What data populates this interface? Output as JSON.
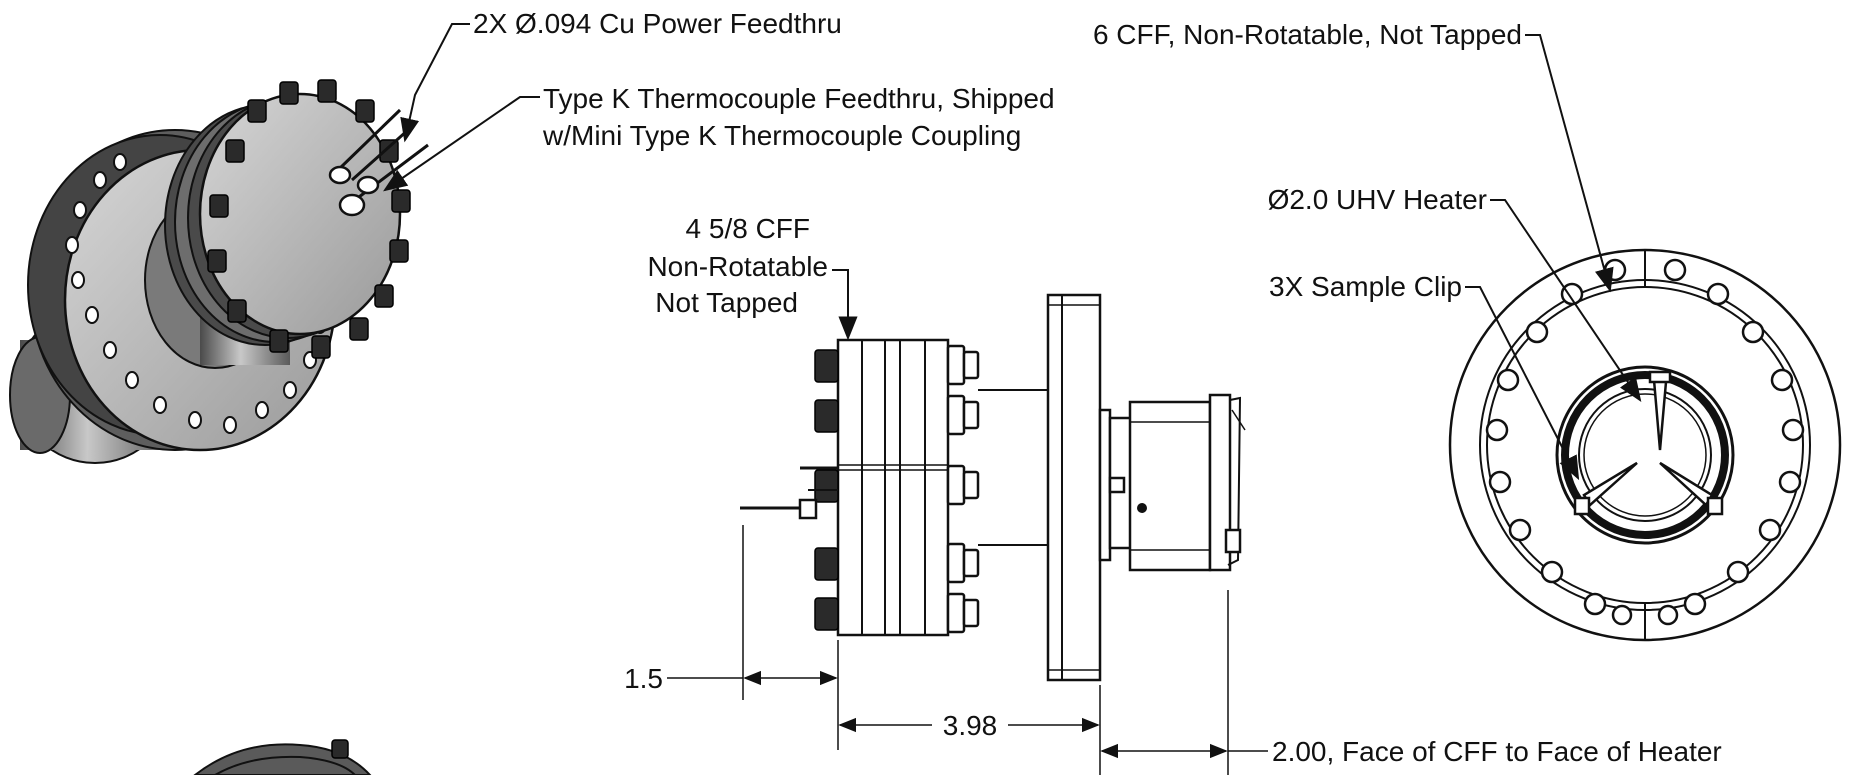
{
  "callouts": {
    "power_feedthru": "2X Ø.094 Cu Power Feedthru",
    "thermocouple_line1": "Type K Thermocouple Feedthru, Shipped",
    "thermocouple_line2": "w/Mini Type K Thermocouple Coupling",
    "cff_6": "6 CFF, Non-Rotatable, Not Tapped",
    "heater": "Ø2.0 UHV Heater",
    "sample_clip": "3X Sample Clip",
    "cff_458_line1": "4 5/8 CFF",
    "cff_458_line2": "Non-Rotatable",
    "cff_458_line3": "Not Tapped"
  },
  "dimensions": {
    "dim_1": "1.5",
    "dim_2": "3.98",
    "dim_3": "2.00, Face of CFF to Face of Heater"
  },
  "colors": {
    "ink": "#111111",
    "metal_light": "#bdbdbd",
    "metal_dark": "#555555",
    "bolt": "#1a1a1a"
  }
}
